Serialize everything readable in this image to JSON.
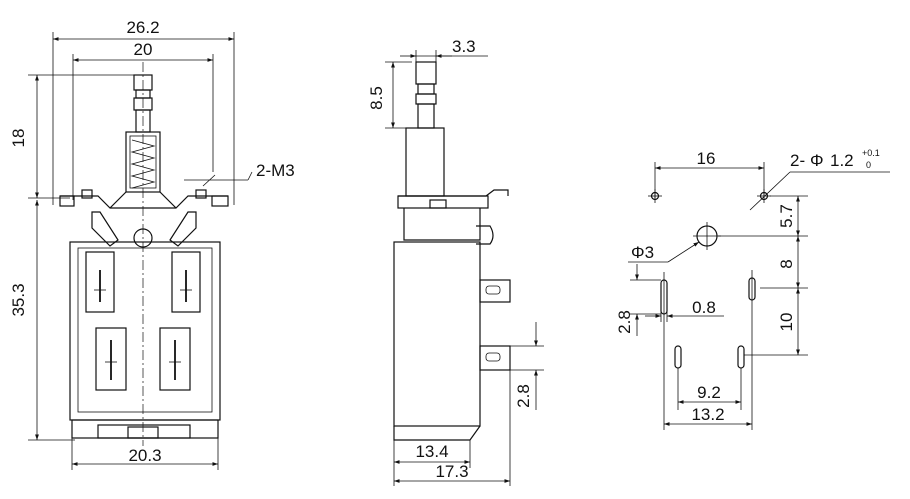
{
  "front_view": {
    "dim_width_outer": "26.2",
    "dim_width_inner": "20",
    "dim_height_top": "18",
    "dim_height_body": "35.3",
    "dim_base_width": "20.3",
    "thread_label": "2-M3"
  },
  "side_view": {
    "dim_plunger_width": "3.3",
    "dim_plunger_height": "8.5",
    "dim_terminal": "2.8",
    "dim_depth_inner": "13.4",
    "dim_depth_outer": "17.3"
  },
  "pcb_layout": {
    "dim_hole_spacing": "16",
    "hole_label_prefix": "2-",
    "hole_label_phi": "Φ",
    "hole_label_value": "1.2",
    "tol_upper": "+0.1",
    "tol_lower": "0",
    "dim_offset_57": "5.7",
    "center_hole_label": "Φ3",
    "dim_8": "8",
    "dim_10": "10",
    "dim_slot_width": "0.8",
    "dim_slot_length": "2.8",
    "dim_92": "9.2",
    "dim_132": "13.2"
  }
}
